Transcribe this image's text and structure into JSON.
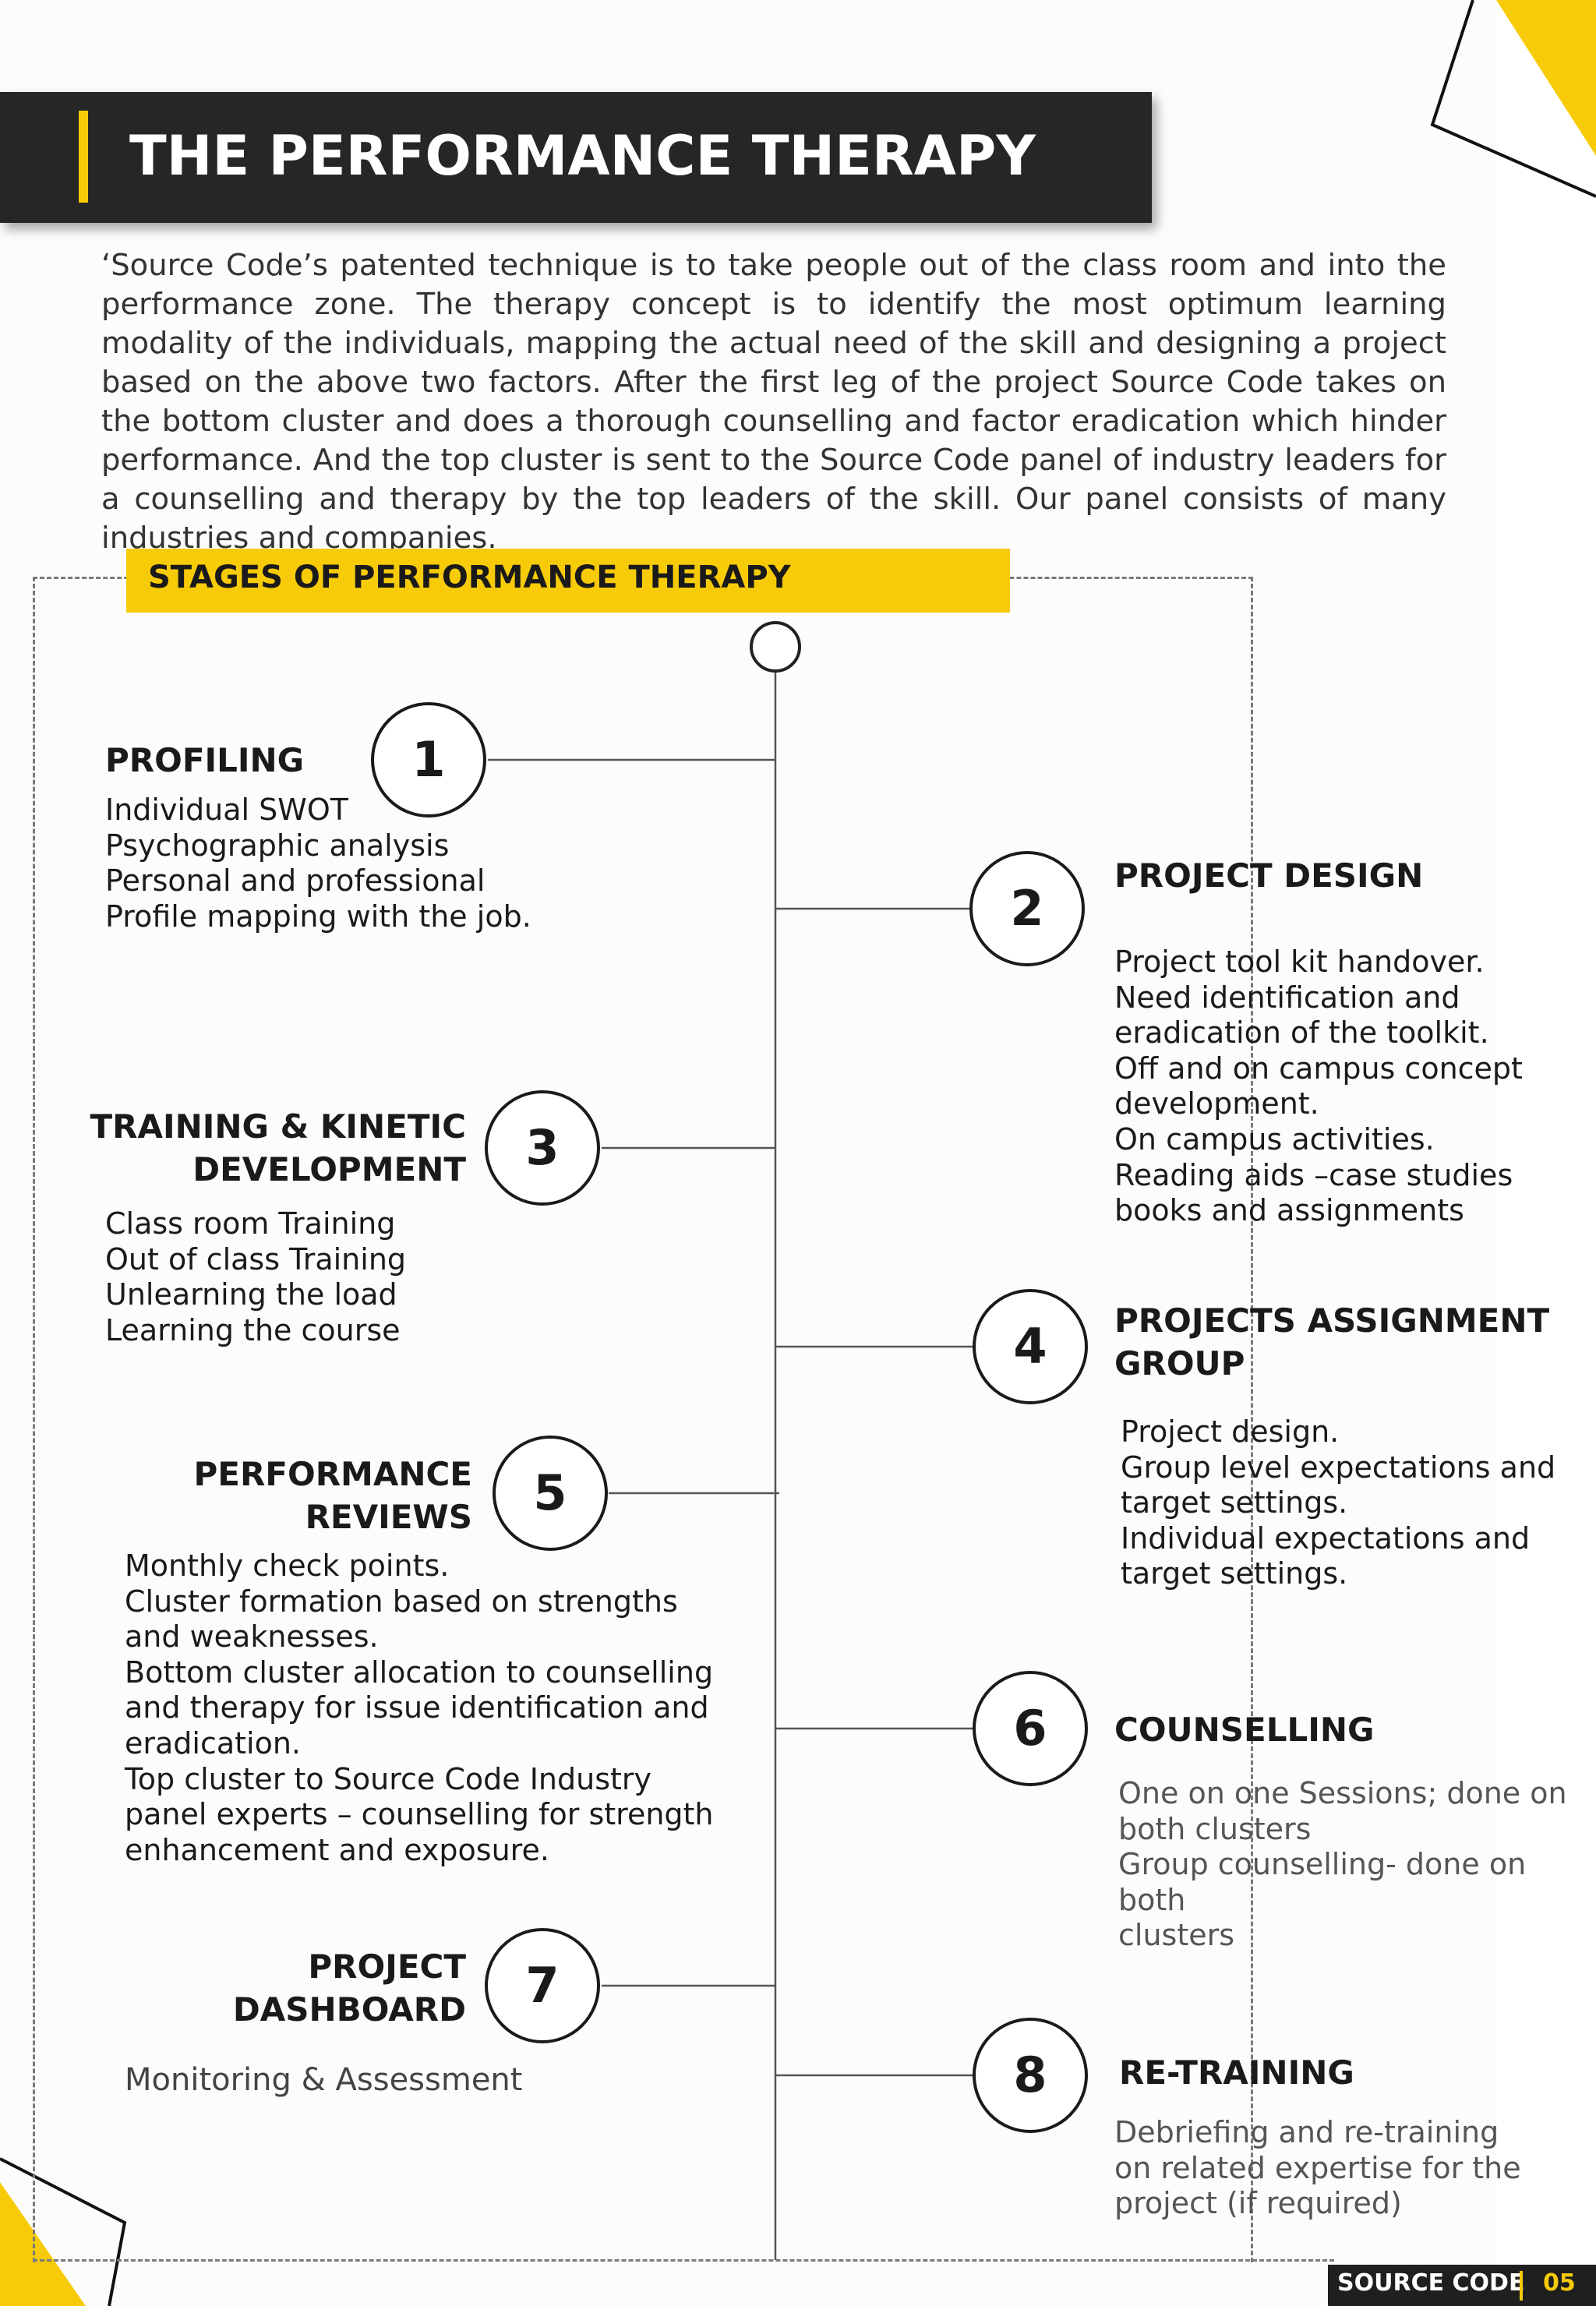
{
  "header": {
    "title": "THE PERFORMANCE THERAPY"
  },
  "intro": {
    "paragraph": "‘Source Code’s patented technique is to take people out of the class room and into the performance zone. The therapy concept is to identify the most optimum learning modality of the individuals, mapping the actual need of the skill and designing a project based on the above two factors. After the first leg of the project Source Code takes on the bottom cluster and does a thorough counselling and factor eradication which hinder performance. And the top cluster is sent to the Source Code panel of industry leaders for a counselling and therapy by the top leaders of the skill. Our panel consists of many industries and companies."
  },
  "stages_section": {
    "label": "STAGES OF PERFORMANCE THERAPY"
  },
  "stages": [
    {
      "number": "1",
      "title_lines": [
        "PROFILING"
      ],
      "items": [
        "Individual SWOT",
        "Psychographic analysis",
        "Personal and professional",
        "Profile mapping with the job."
      ]
    },
    {
      "number": "2",
      "title_lines": [
        "PROJECT DESIGN"
      ],
      "items": [
        "Project tool kit handover.",
        "Need identification and",
        "eradication of the toolkit.",
        "Off and on campus concept",
        "development.",
        "On campus activities.",
        "Reading aids –case studies",
        "books and assignments"
      ]
    },
    {
      "number": "3",
      "title_lines": [
        "TRAINING & KINETIC",
        "DEVELOPMENT"
      ],
      "items": [
        "Class room Training",
        "Out of class Training",
        "Unlearning the load",
        "Learning the course"
      ]
    },
    {
      "number": "4",
      "title_lines": [
        "PROJECTS ASSIGNMENT",
        "GROUP"
      ],
      "items": [
        "Project design.",
        "Group level expectations and",
        "target settings.",
        "Individual expectations and",
        "target settings."
      ]
    },
    {
      "number": "5",
      "title_lines": [
        "PERFORMANCE",
        "REVIEWS"
      ],
      "items": [
        "Monthly check points.",
        "Cluster formation based on strengths",
        "and weaknesses.",
        "Bottom cluster allocation to counselling",
        "and therapy for issue identification and",
        "eradication.",
        "Top cluster to Source Code Industry",
        "panel experts – counselling for strength",
        "enhancement and exposure."
      ]
    },
    {
      "number": "6",
      "title_lines": [
        "COUNSELLING"
      ],
      "items": [
        "One on one Sessions; done on",
        "both clusters",
        "Group counselling- done on both",
        "clusters"
      ]
    },
    {
      "number": "7",
      "title_lines": [
        "PROJECT",
        "DASHBOARD"
      ],
      "items": [
        "Monitoring & Assessment"
      ]
    },
    {
      "number": "8",
      "title_lines": [
        "RE-TRAINING"
      ],
      "items": [
        "Debriefing and re-training",
        "on related expertise  for the",
        "project (if required)"
      ]
    }
  ],
  "footer": {
    "brand": "SOURCE CODE",
    "page": "05"
  },
  "colors": {
    "accent": "#f8cb08",
    "dark": "#262626"
  }
}
